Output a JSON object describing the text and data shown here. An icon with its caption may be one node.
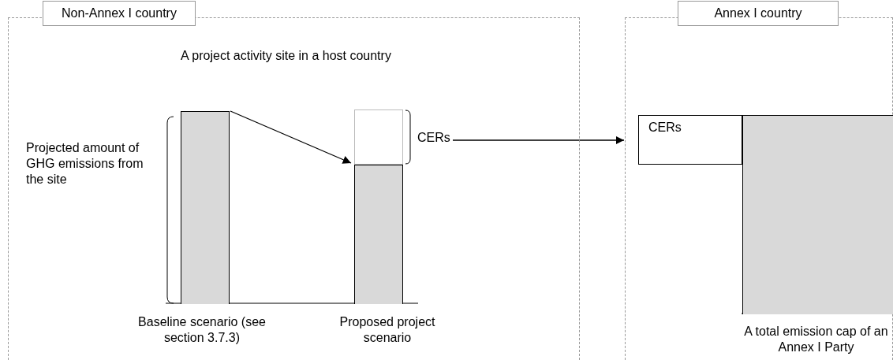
{
  "diagram": {
    "nodes": [
      {
        "text": [
          "Non-Annex I country",
          "A project activity site in a host country"
        ]
      },
      {
        "text": [],
        "shape": "bar",
        "in": 0,
        "beside": [
          "Baseline scenario (see section 3.7.3)"
        ]
      },
      {
        "text": [],
        "shape": "box",
        "in": 0
      },
      {
        "text": [],
        "shape": "bar",
        "in": 0,
        "beside": [
          "Proposed project scenario"
        ]
      },
      {
        "text": [
          "CERs"
        ],
        "in": 0
      },
      {
        "text": [
          "Annex I country"
        ]
      },
      {
        "text": [
          "CERs"
        ],
        "in": 5
      },
      {
        "text": [],
        "shape": "bar",
        "in": 5,
        "beside": [
          "A total emission cap of an Annex I Party"
        ]
      }
    ],
    "edges": [
      {
        "from": 1,
        "to": 3,
        "arrow": "to"
      },
      {
        "from": 4,
        "to": 5,
        "arrow": "to"
      }
    ],
    "labels": [
      "Projected amount of GHG emissions from the site"
    ]
  }
}
